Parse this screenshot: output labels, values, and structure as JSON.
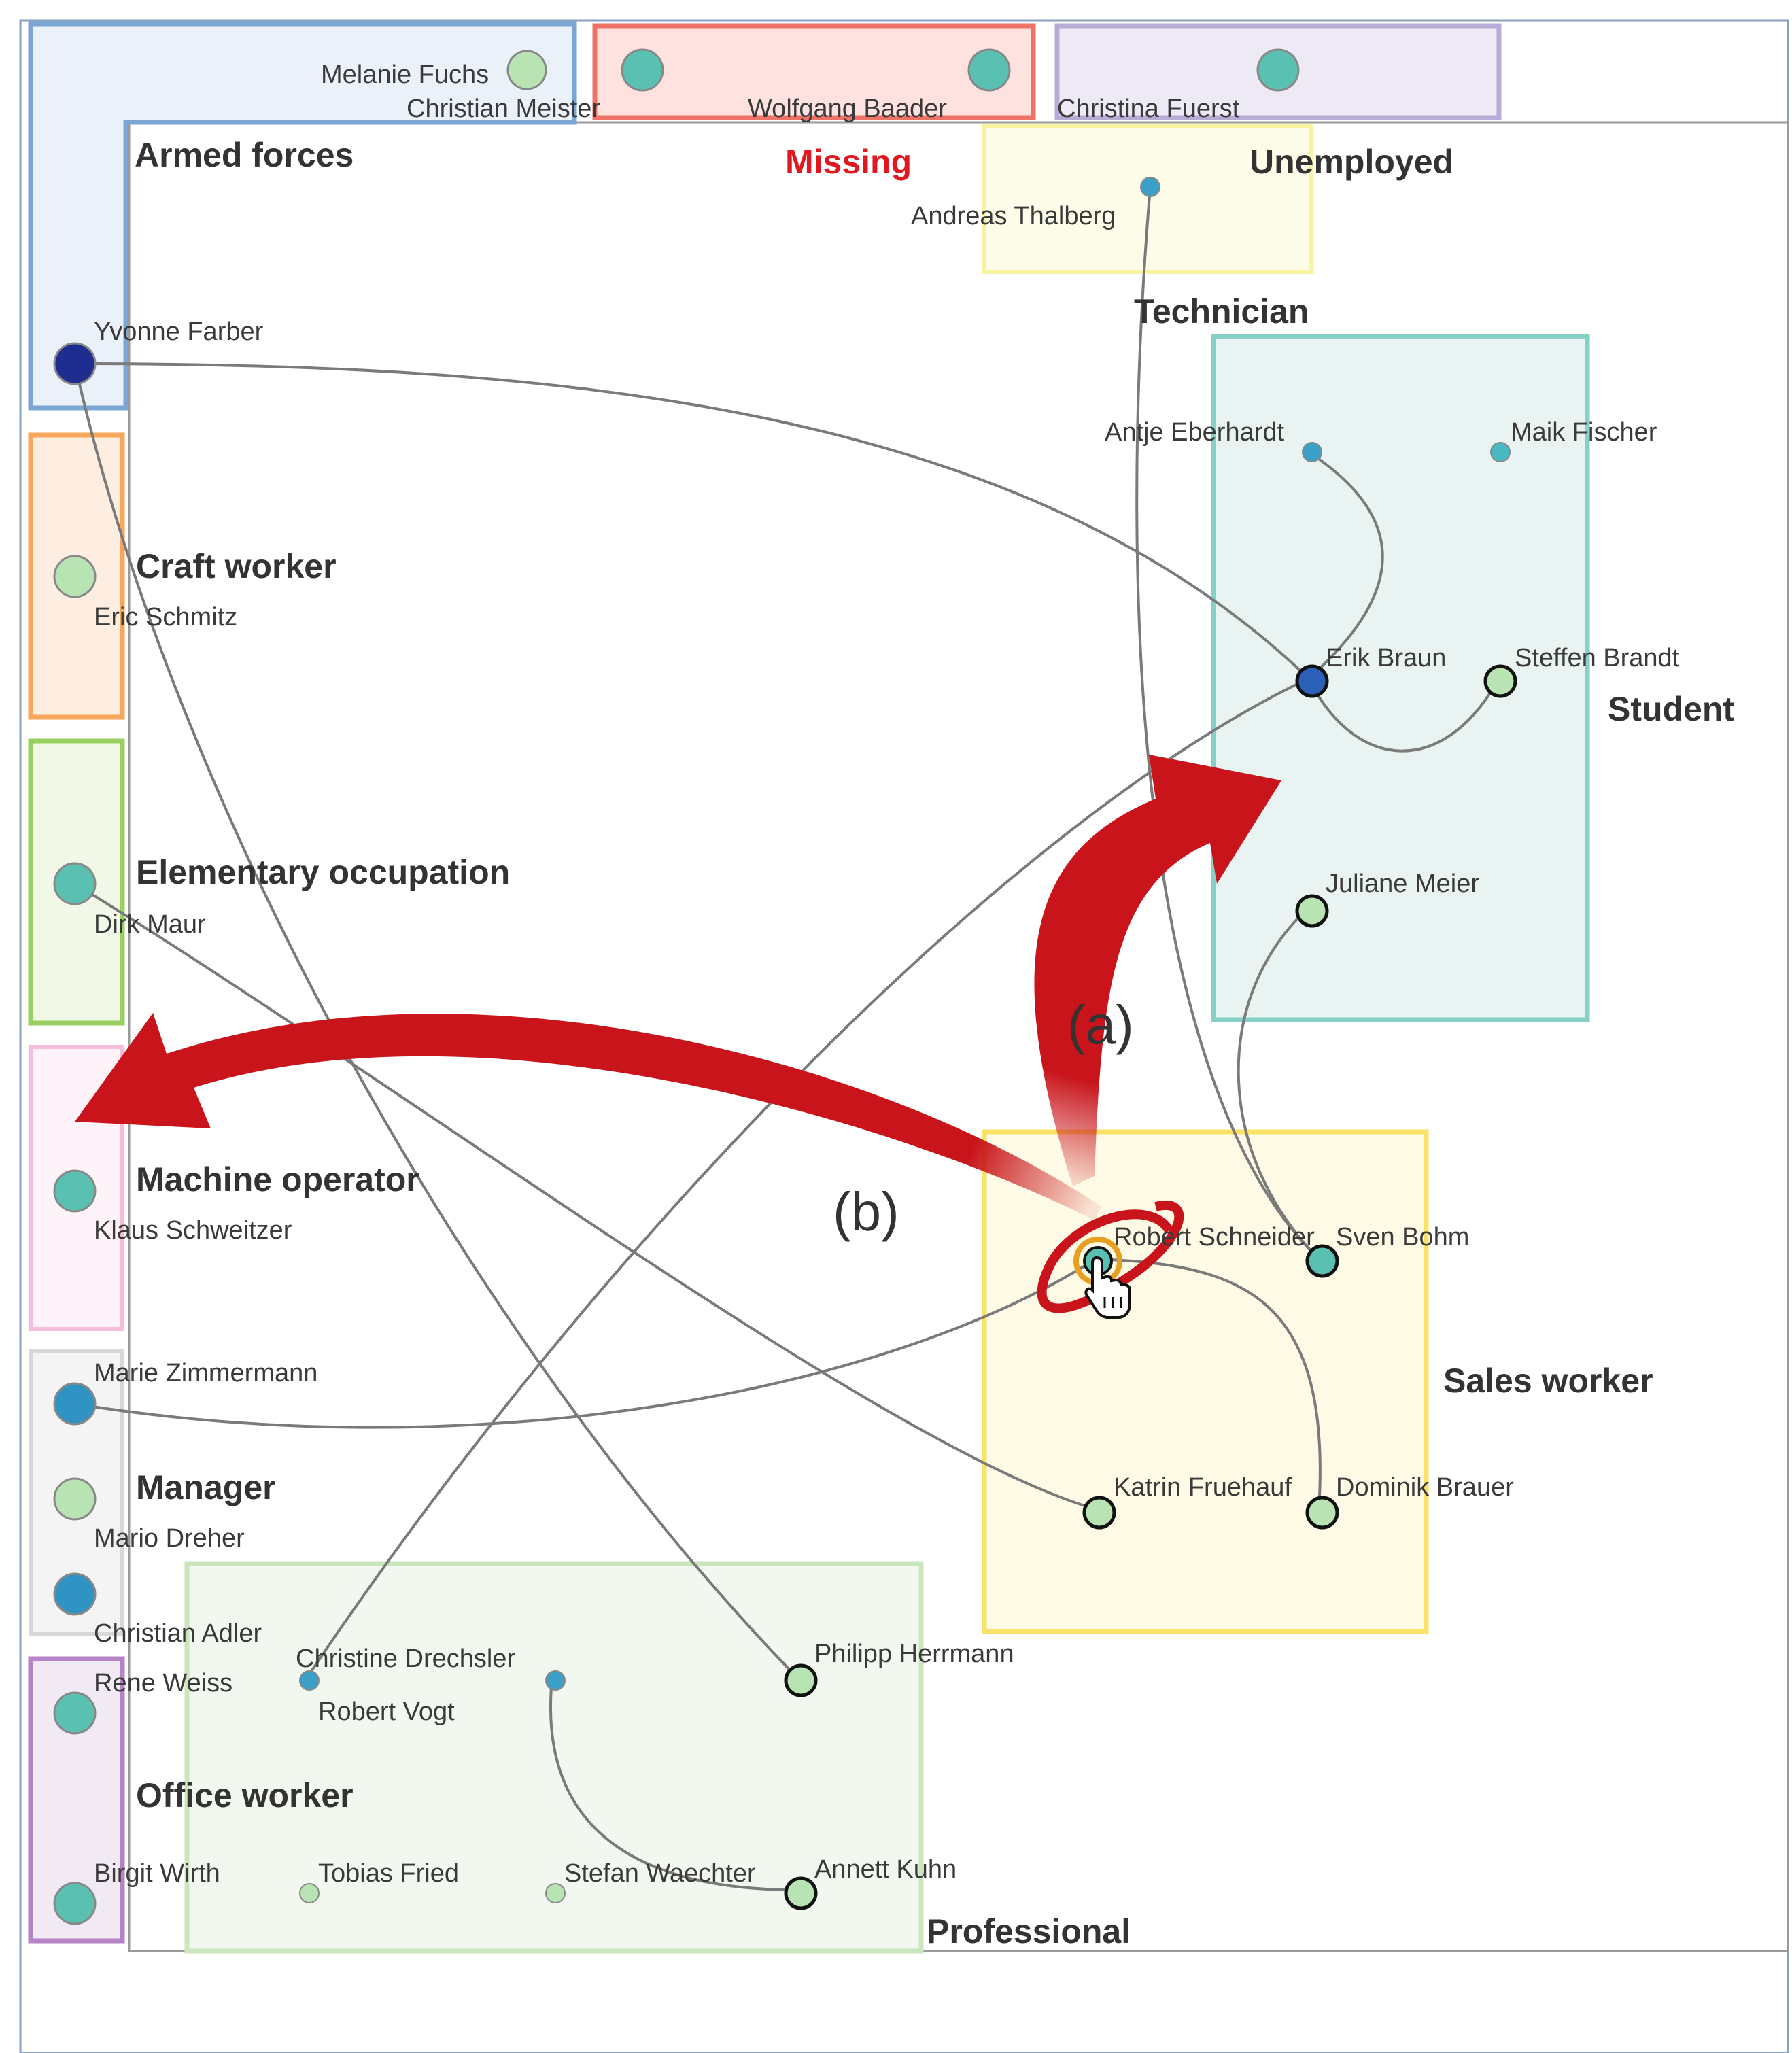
{
  "groups": {
    "armed_forces": "Armed forces",
    "missing": "Missing",
    "unemployed": "Unemployed",
    "technician": "Technician",
    "student": "Student",
    "craft_worker": "Craft worker",
    "elementary_occupation": "Elementary occupation",
    "machine_operator": "Machine operator",
    "manager": "Manager",
    "office_worker": "Office worker",
    "sales_worker": "Sales worker",
    "professional": "Professional"
  },
  "people": {
    "melanie_fuchs": "Melanie Fuchs",
    "christian_meister": "Christian Meister",
    "wolfgang_baader": "Wolfgang Baader",
    "christina_fuerst": "Christina Fuerst",
    "andreas_thalberg": "Andreas Thalberg",
    "yvonne_farber": "Yvonne Farber",
    "antje_eberhardt": "Antje Eberhardt",
    "maik_fischer": "Maik Fischer",
    "eric_schmitz": "Eric Schmitz",
    "erik_braun": "Erik Braun",
    "steffen_brandt": "Steffen Brandt",
    "juliane_meier": "Juliane Meier",
    "dirk_maur": "Dirk Maur",
    "klaus_schweitzer": "Klaus Schweitzer",
    "robert_schneider": "Robert Schneider",
    "sven_bohm": "Sven Bohm",
    "marie_zimmermann": "Marie Zimmermann",
    "mario_dreher": "Mario Dreher",
    "katrin_fruehauf": "Katrin Fruehauf",
    "dominik_brauer": "Dominik Brauer",
    "christian_adler": "Christian Adler",
    "rene_weiss": "Rene Weiss",
    "christine_drechsler": "Christine Drechsler",
    "robert_vogt": "Robert Vogt",
    "philipp_herrmann": "Philipp Herrmann",
    "birgit_wirth": "Birgit Wirth",
    "tobias_fried": "Tobias Fried",
    "stefan_waechter": "Stefan Waechter",
    "annett_kuhn": "Annett Kuhn"
  },
  "annotations": {
    "a": "(a)",
    "b": "(b)"
  },
  "colors": {
    "arrow": "#c8141a",
    "edge": "#7a7a7a",
    "highlight_ring": "#e8a020"
  },
  "icons": {
    "cursor": "hand-pointer-icon"
  }
}
